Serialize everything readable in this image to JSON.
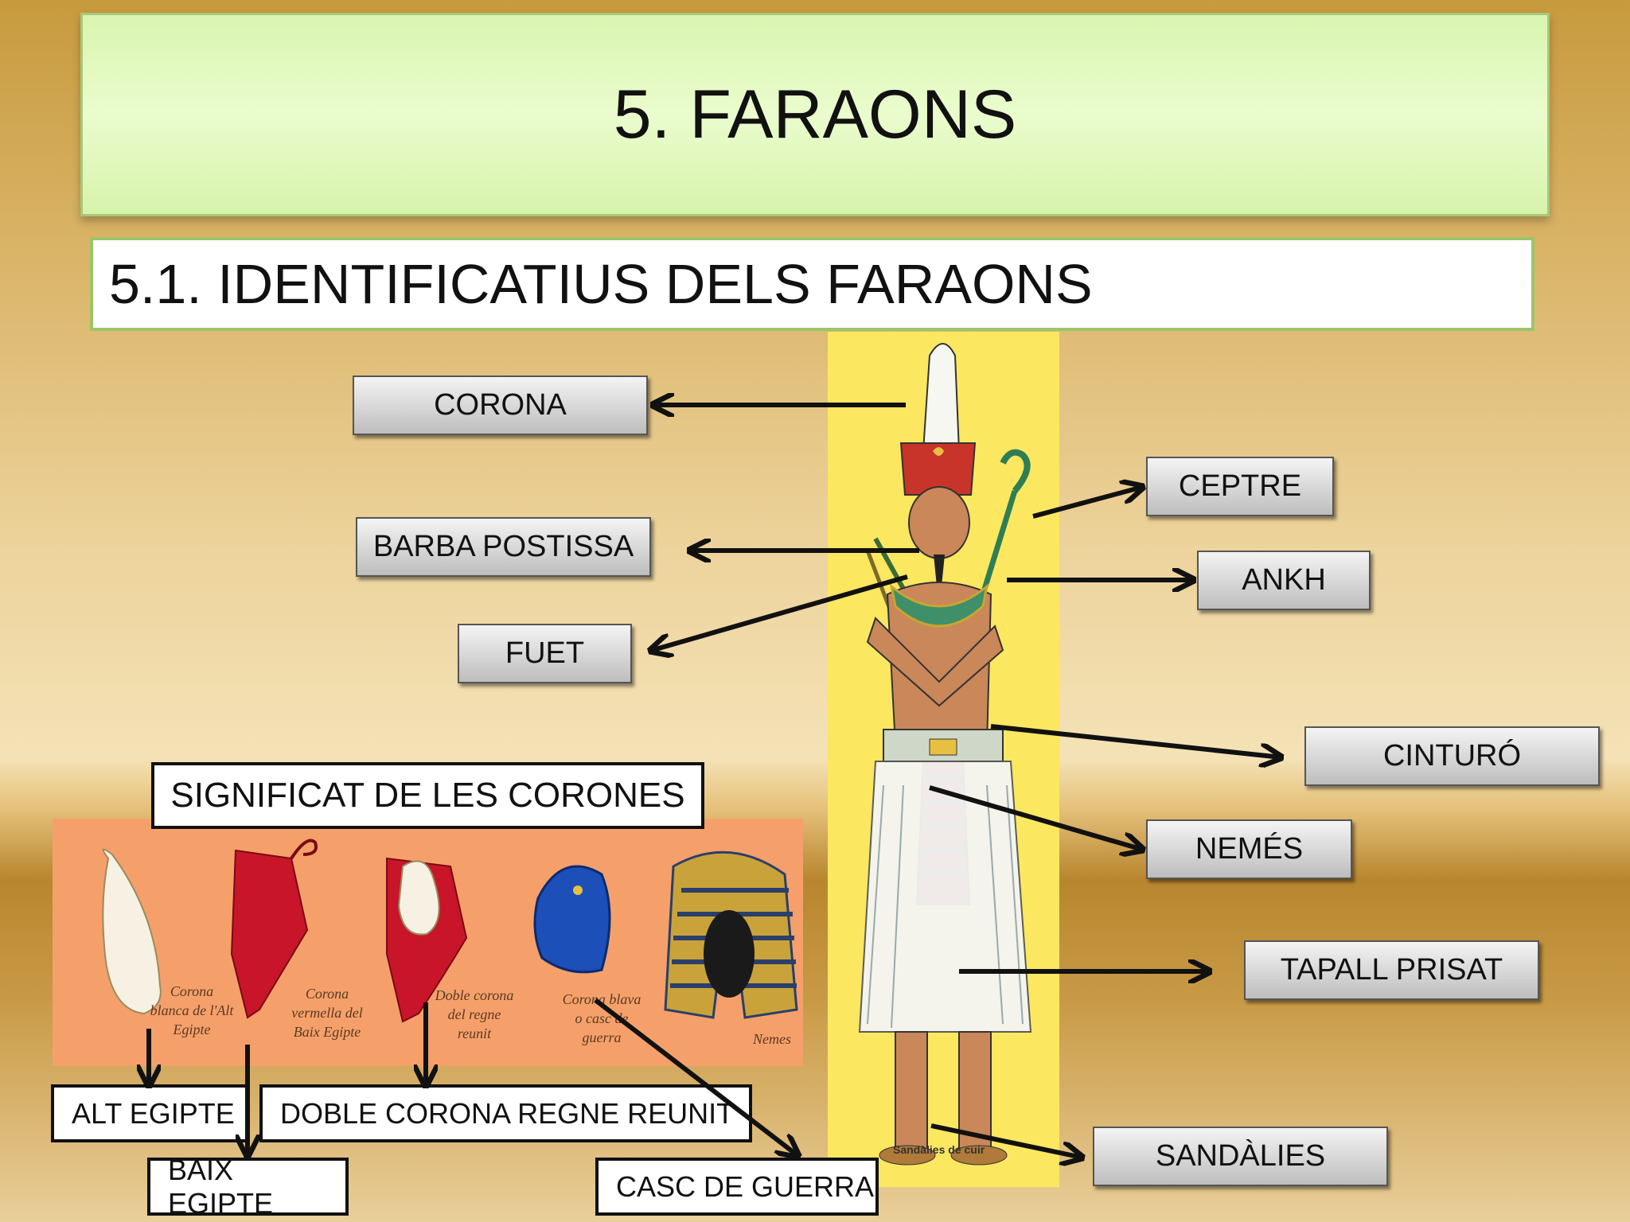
{
  "title": "5. FARAONS",
  "subtitle": "5.1. IDENTIFICATIUS DELS FARAONS",
  "labels": {
    "corona": "CORONA",
    "barba": "BARBA POSTISSA",
    "fuet": "FUET",
    "ceptre": "CEPTRE",
    "ankh": "ANKH",
    "cinturo": "CINTURÓ",
    "nemes": "NEMÉS",
    "tapall": "TAPALL PRISAT",
    "sandalies": "SANDÀLIES"
  },
  "crowns": {
    "heading": "SIGNIFICAT DE LES CORONES",
    "alt": "ALT EGIPTE",
    "baix": "BAIX EGIPTE",
    "doble": "DOBLE CORONA REGNE REUNIT",
    "casc": "CASC DE GUERRA",
    "captions": {
      "white": [
        "Corona",
        "blanca de l'Alt",
        "Egipte"
      ],
      "red": [
        "Corona",
        "vermella del",
        "Baix Egipte"
      ],
      "double": [
        "Doble corona",
        "del regne",
        "reunit"
      ],
      "blue": [
        "Corona blava",
        "o casc de",
        "guerra"
      ],
      "nemes": "Nemes"
    }
  },
  "image_caption": "Sandàlies de cuir",
  "colors": {
    "banner": "#e3f8c0",
    "crown_bg": "#f5a06a",
    "pharaoh_bg": "#fbe760"
  }
}
